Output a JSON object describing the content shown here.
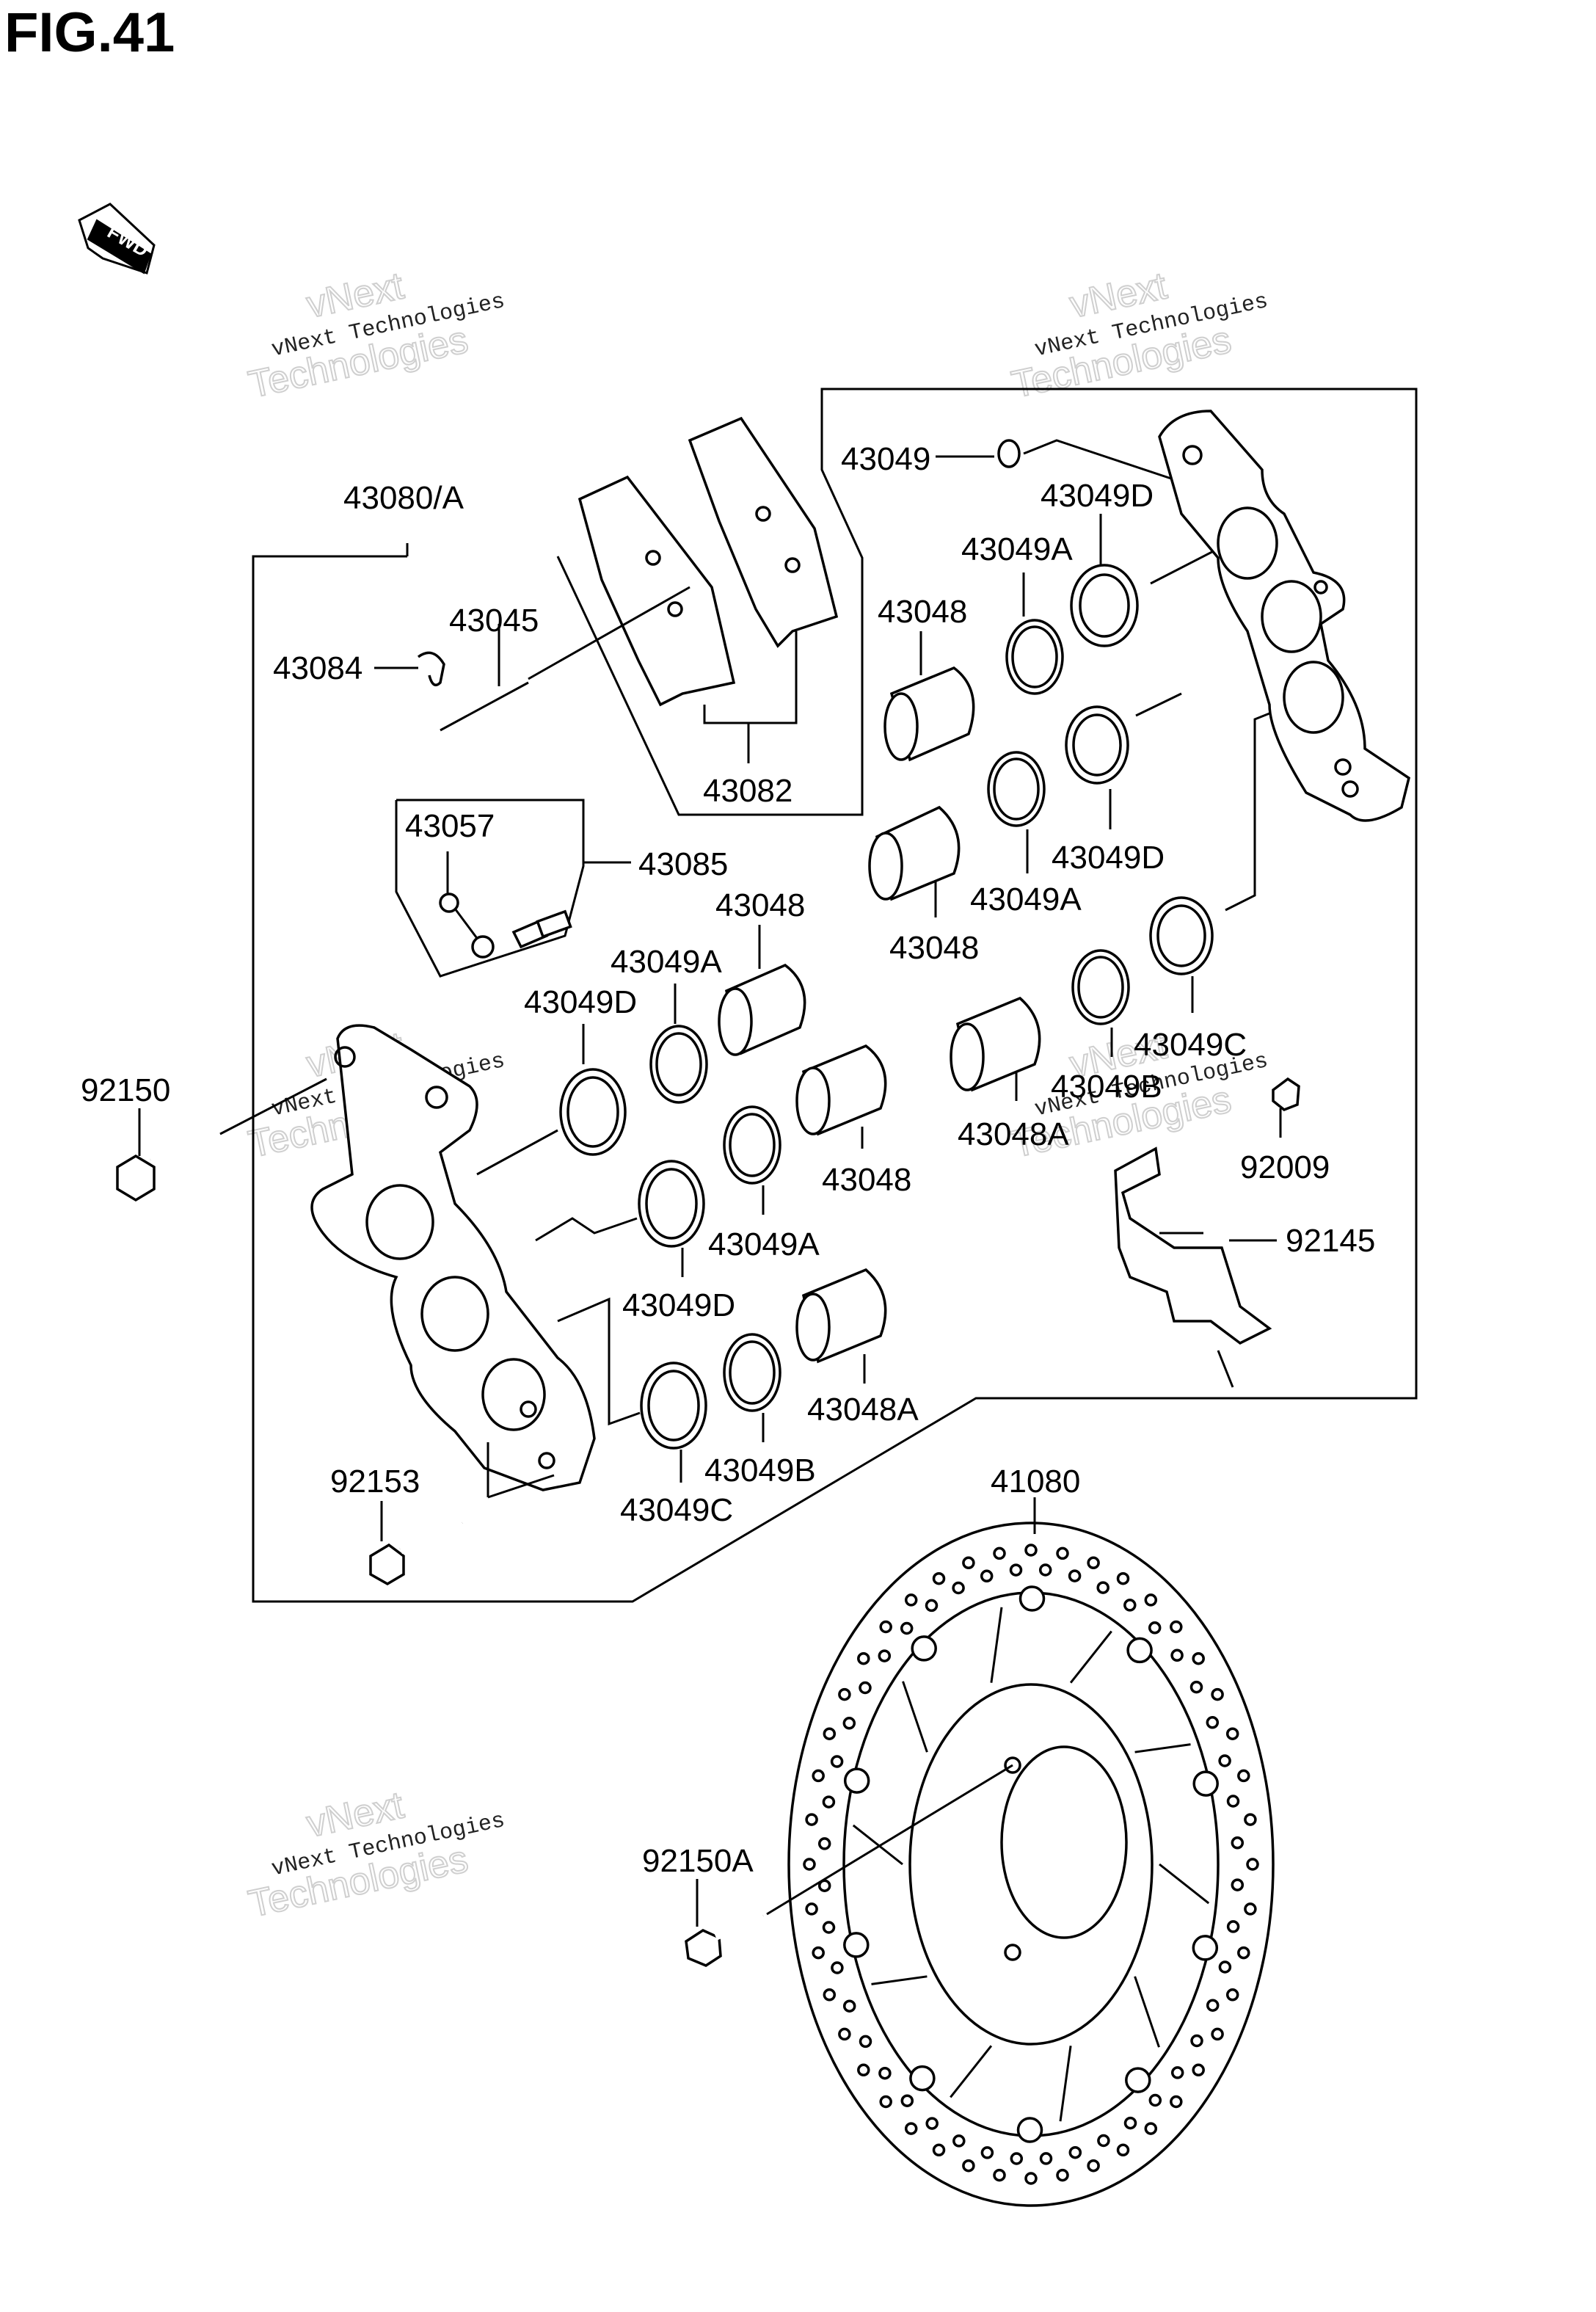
{
  "figure": {
    "title": "FIG.41"
  },
  "direction_badge": "FWD",
  "watermark": {
    "line1": "vNext Technologies",
    "line2a": "vNext",
    "line2b": "Technologies"
  },
  "part_numbers": {
    "p43080A": "43080/A",
    "p43045": "43045",
    "p43084": "43084",
    "p43082": "43082",
    "p43049": "43049",
    "p43049D_a": "43049D",
    "p43049A_a": "43049A",
    "p43048_a": "43048",
    "p43049D_b": "43049D",
    "p43049A_b": "43049A",
    "p43048_b": "43048",
    "p43057": "43057",
    "p43085": "43085",
    "p43048_c": "43048",
    "p43049A_c": "43049A",
    "p43049D_c": "43049D",
    "p43049C_a": "43049C",
    "p43049B_a": "43049B",
    "p43048A_a": "43048A",
    "p92009": "92009",
    "p92145": "92145",
    "p92150": "92150",
    "p43048_d": "43048",
    "p43049A_d": "43049A",
    "p43049D_d": "43049D",
    "p43048A_b": "43048A",
    "p43049B_b": "43049B",
    "p43049C_b": "43049C",
    "p92153": "92153",
    "p41080": "41080",
    "p92150A": "92150A"
  }
}
